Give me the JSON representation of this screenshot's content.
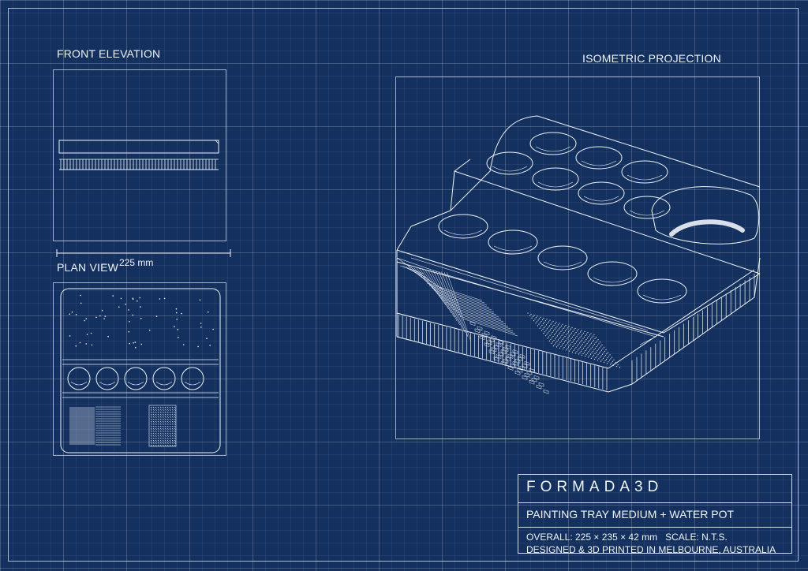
{
  "views": {
    "front_elevation": "FRONT ELEVATION",
    "plan_view": "PLAN VIEW",
    "isometric": "ISOMETRIC PROJECTION"
  },
  "dimension": {
    "width_label": "225 mm"
  },
  "title_block": {
    "brand": "FORMADA3D",
    "product": "PAINTING TRAY MEDIUM + WATER POT",
    "overall": "OVERALL: 225 × 235 × 42 mm",
    "scale": "SCALE: N.T.S.",
    "origin": "DESIGNED & 3D PRINTED IN MELBOURNE, AUSTRALIA"
  },
  "colors": {
    "background": "#13305f",
    "line": "#eef3fb"
  }
}
